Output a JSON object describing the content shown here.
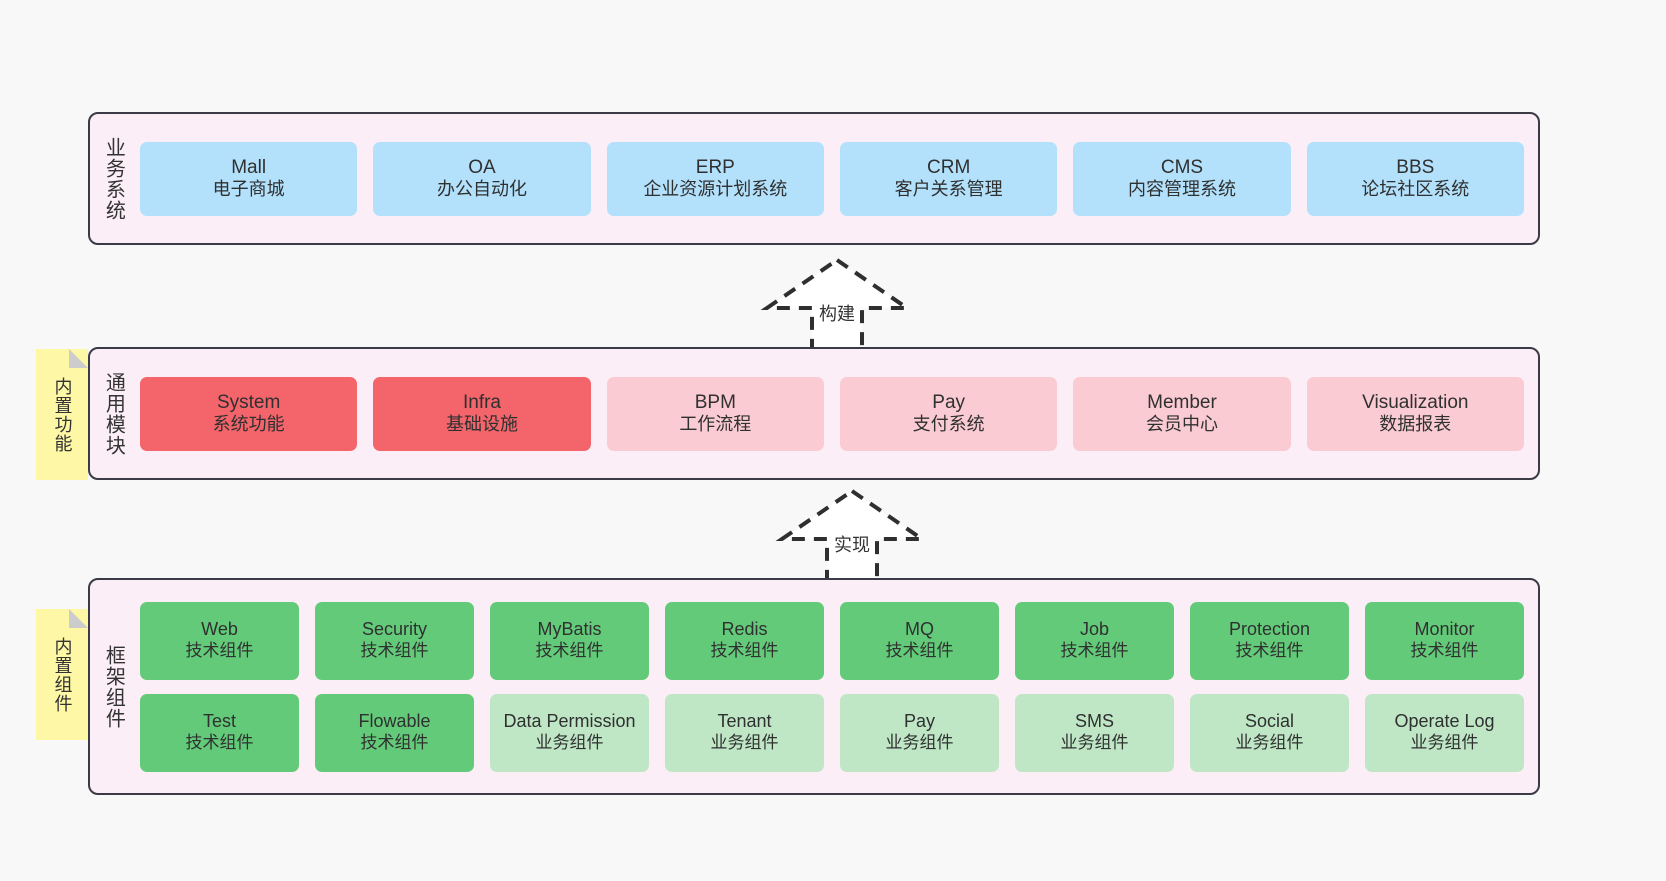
{
  "diagram": {
    "colors": {
      "band_background": "#fbeef6",
      "band_border": "#3b3b47",
      "blue": "#b3e0fb",
      "red": "#f4646b",
      "pink": "#fbcbd3",
      "green": "#63ca79",
      "green_light": "#bfe7c6",
      "sticky_note": "#fdf7a6",
      "page_background": "#f8f8f8"
    }
  },
  "layers": {
    "business": {
      "title": "业务系统",
      "cards": [
        {
          "en": "Mall",
          "cn": "电子商城"
        },
        {
          "en": "OA",
          "cn": "办公自动化"
        },
        {
          "en": "ERP",
          "cn": "企业资源计划系统"
        },
        {
          "en": "CRM",
          "cn": "客户关系管理"
        },
        {
          "en": "CMS",
          "cn": "内容管理系统"
        },
        {
          "en": "BBS",
          "cn": "论坛社区系统"
        }
      ]
    },
    "common": {
      "title": "通用模块",
      "tab": "内置功能",
      "cards": [
        {
          "en": "System",
          "cn": "系统功能"
        },
        {
          "en": "Infra",
          "cn": "基础设施"
        },
        {
          "en": "BPM",
          "cn": "工作流程"
        },
        {
          "en": "Pay",
          "cn": "支付系统"
        },
        {
          "en": "Member",
          "cn": "会员中心"
        },
        {
          "en": "Visualization",
          "cn": "数据报表"
        }
      ]
    },
    "framework": {
      "title": "框架组件",
      "tab": "内置组件",
      "row1": [
        {
          "en": "Web",
          "cn": "技术组件"
        },
        {
          "en": "Security",
          "cn": "技术组件"
        },
        {
          "en": "MyBatis",
          "cn": "技术组件"
        },
        {
          "en": "Redis",
          "cn": "技术组件"
        },
        {
          "en": "MQ",
          "cn": "技术组件"
        },
        {
          "en": "Job",
          "cn": "技术组件"
        },
        {
          "en": "Protection",
          "cn": "技术组件"
        },
        {
          "en": "Monitor",
          "cn": "技术组件"
        }
      ],
      "row2": [
        {
          "en": "Test",
          "cn": "技术组件"
        },
        {
          "en": "Flowable",
          "cn": "技术组件"
        },
        {
          "en": "Data Permission",
          "cn": "业务组件"
        },
        {
          "en": "Tenant",
          "cn": "业务组件"
        },
        {
          "en": "Pay",
          "cn": "业务组件"
        },
        {
          "en": "SMS",
          "cn": "业务组件"
        },
        {
          "en": "Social",
          "cn": "业务组件"
        },
        {
          "en": "Operate Log",
          "cn": "业务组件"
        }
      ]
    }
  },
  "connectors": {
    "build": "构建",
    "implement": "实现"
  }
}
